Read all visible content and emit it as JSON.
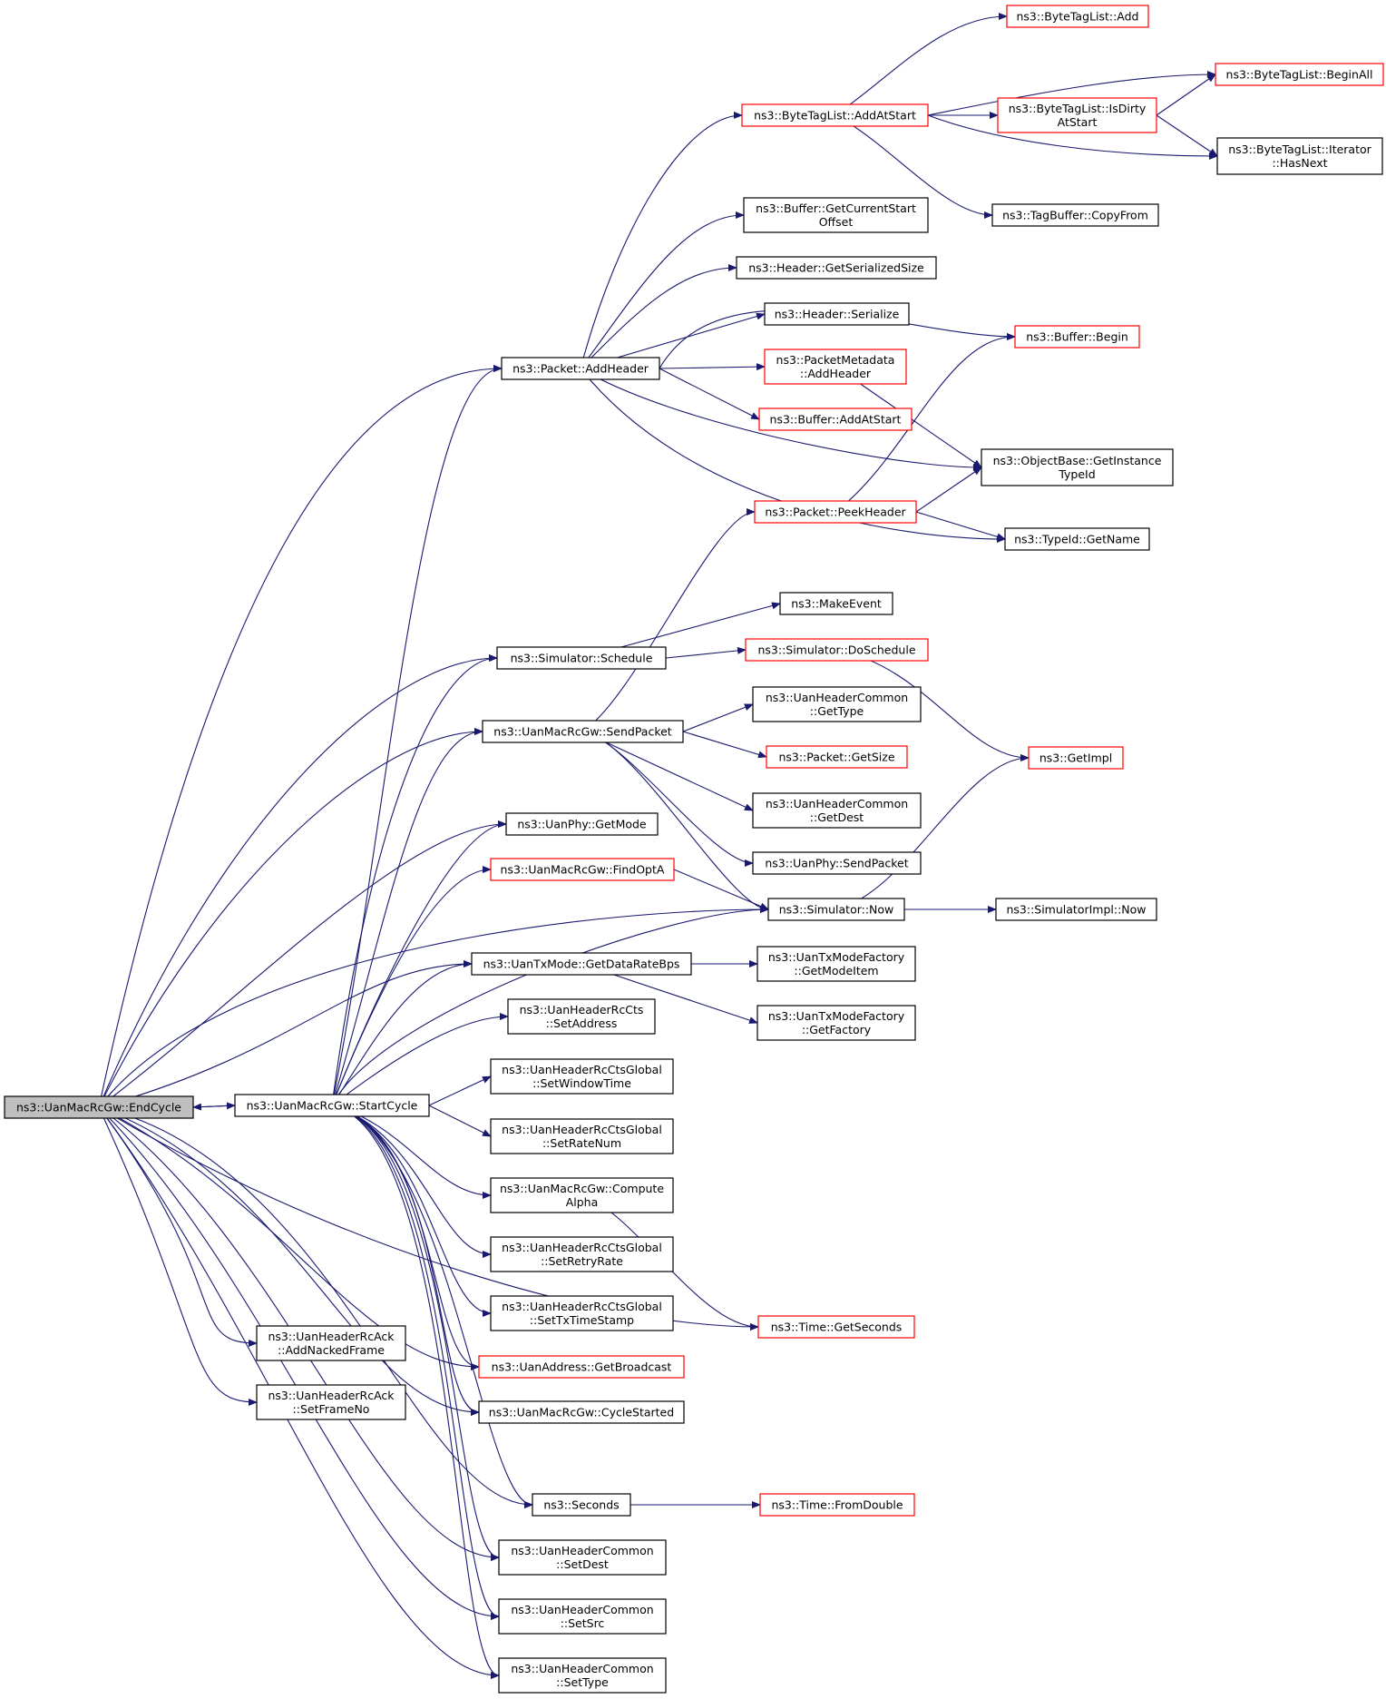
{
  "colors": {
    "edge": "#191970",
    "node_border": "#000000",
    "node_border_truncated": "#ff0000",
    "root_fill": "#bfbfbf",
    "node_fill": "#ffffff"
  },
  "nodes": [
    {
      "id": "endcycle",
      "lines": [
        "ns3::UanMacRcGw::EndCycle"
      ],
      "style": "root"
    },
    {
      "id": "startcycle",
      "lines": [
        "ns3::UanMacRcGw::StartCycle"
      ],
      "style": "normal"
    },
    {
      "id": "addack",
      "lines": [
        "ns3::UanHeaderRcAck",
        "::AddNackedFrame"
      ],
      "style": "normal"
    },
    {
      "id": "setframeno",
      "lines": [
        "ns3::UanHeaderRcAck",
        "::SetFrameNo"
      ],
      "style": "normal"
    },
    {
      "id": "addheader",
      "lines": [
        "ns3::Packet::AddHeader"
      ],
      "style": "normal"
    },
    {
      "id": "schedule",
      "lines": [
        "ns3::Simulator::Schedule"
      ],
      "style": "normal"
    },
    {
      "id": "sendpacket",
      "lines": [
        "ns3::UanMacRcGw::SendPacket"
      ],
      "style": "normal"
    },
    {
      "id": "getmode",
      "lines": [
        "ns3::UanPhy::GetMode"
      ],
      "style": "normal"
    },
    {
      "id": "findopta",
      "lines": [
        "ns3::UanMacRcGw::FindOptA"
      ],
      "style": "truncated"
    },
    {
      "id": "getdatarate",
      "lines": [
        "ns3::UanTxMode::GetDataRateBps"
      ],
      "style": "normal"
    },
    {
      "id": "setaddress",
      "lines": [
        "ns3::UanHeaderRcCts",
        "::SetAddress"
      ],
      "style": "normal"
    },
    {
      "id": "setwindowtime",
      "lines": [
        "ns3::UanHeaderRcCtsGlobal",
        "::SetWindowTime"
      ],
      "style": "normal"
    },
    {
      "id": "setratenum",
      "lines": [
        "ns3::UanHeaderRcCtsGlobal",
        "::SetRateNum"
      ],
      "style": "normal"
    },
    {
      "id": "computealpha",
      "lines": [
        "ns3::UanMacRcGw::Compute",
        "Alpha"
      ],
      "style": "normal"
    },
    {
      "id": "setretryrate",
      "lines": [
        "ns3::UanHeaderRcCtsGlobal",
        "::SetRetryRate"
      ],
      "style": "normal"
    },
    {
      "id": "settxtimestamp",
      "lines": [
        "ns3::UanHeaderRcCtsGlobal",
        "::SetTxTimeStamp"
      ],
      "style": "normal"
    },
    {
      "id": "getbroadcast",
      "lines": [
        "ns3::UanAddress::GetBroadcast"
      ],
      "style": "truncated"
    },
    {
      "id": "cyclestarted",
      "lines": [
        "ns3::UanMacRcGw::CycleStarted"
      ],
      "style": "normal"
    },
    {
      "id": "seconds",
      "lines": [
        "ns3::Seconds"
      ],
      "style": "normal"
    },
    {
      "id": "setdest",
      "lines": [
        "ns3::UanHeaderCommon",
        "::SetDest"
      ],
      "style": "normal"
    },
    {
      "id": "setsrc",
      "lines": [
        "ns3::UanHeaderCommon",
        "::SetSrc"
      ],
      "style": "normal"
    },
    {
      "id": "settype",
      "lines": [
        "ns3::UanHeaderCommon",
        "::SetType"
      ],
      "style": "normal"
    },
    {
      "id": "bytetag_addatstart",
      "lines": [
        "ns3::ByteTagList::AddAtStart"
      ],
      "style": "truncated"
    },
    {
      "id": "buffer_getcurrent",
      "lines": [
        "ns3::Buffer::GetCurrentStart",
        "Offset"
      ],
      "style": "normal"
    },
    {
      "id": "header_getsize",
      "lines": [
        "ns3::Header::GetSerializedSize"
      ],
      "style": "normal"
    },
    {
      "id": "header_serialize",
      "lines": [
        "ns3::Header::Serialize"
      ],
      "style": "normal"
    },
    {
      "id": "pm_addheader",
      "lines": [
        "ns3::PacketMetadata",
        "::AddHeader"
      ],
      "style": "truncated"
    },
    {
      "id": "buffer_addatstart",
      "lines": [
        "ns3::Buffer::AddAtStart"
      ],
      "style": "truncated"
    },
    {
      "id": "peekheader",
      "lines": [
        "ns3::Packet::PeekHeader"
      ],
      "style": "truncated"
    },
    {
      "id": "makeevent",
      "lines": [
        "ns3::MakeEvent"
      ],
      "style": "normal"
    },
    {
      "id": "doschedule",
      "lines": [
        "ns3::Simulator::DoSchedule"
      ],
      "style": "truncated"
    },
    {
      "id": "hc_gettype",
      "lines": [
        "ns3::UanHeaderCommon",
        "::GetType"
      ],
      "style": "normal"
    },
    {
      "id": "packet_getsize",
      "lines": [
        "ns3::Packet::GetSize"
      ],
      "style": "truncated"
    },
    {
      "id": "hc_getdest",
      "lines": [
        "ns3::UanHeaderCommon",
        "::GetDest"
      ],
      "style": "normal"
    },
    {
      "id": "phy_sendpacket",
      "lines": [
        "ns3::UanPhy::SendPacket"
      ],
      "style": "normal"
    },
    {
      "id": "sim_now",
      "lines": [
        "ns3::Simulator::Now"
      ],
      "style": "normal"
    },
    {
      "id": "txmf_getmodeitem",
      "lines": [
        "ns3::UanTxModeFactory",
        "::GetModeItem"
      ],
      "style": "normal"
    },
    {
      "id": "txmf_getfactory",
      "lines": [
        "ns3::UanTxModeFactory",
        "::GetFactory"
      ],
      "style": "normal"
    },
    {
      "id": "time_getseconds",
      "lines": [
        "ns3::Time::GetSeconds"
      ],
      "style": "truncated"
    },
    {
      "id": "time_fromdouble",
      "lines": [
        "ns3::Time::FromDouble"
      ],
      "style": "truncated"
    },
    {
      "id": "bytetag_add",
      "lines": [
        "ns3::ByteTagList::Add"
      ],
      "style": "truncated"
    },
    {
      "id": "bytetag_isdirty",
      "lines": [
        "ns3::ByteTagList::IsDirty",
        "AtStart"
      ],
      "style": "truncated"
    },
    {
      "id": "tagbuffer_copyfrom",
      "lines": [
        "ns3::TagBuffer::CopyFrom"
      ],
      "style": "normal"
    },
    {
      "id": "buffer_begin",
      "lines": [
        "ns3::Buffer::Begin"
      ],
      "style": "truncated"
    },
    {
      "id": "getinstancetypeid",
      "lines": [
        "ns3::ObjectBase::GetInstance",
        "TypeId"
      ],
      "style": "normal"
    },
    {
      "id": "typeid_getname",
      "lines": [
        "ns3::TypeId::GetName"
      ],
      "style": "normal"
    },
    {
      "id": "getimpl",
      "lines": [
        "ns3::GetImpl"
      ],
      "style": "truncated"
    },
    {
      "id": "simimpl_now",
      "lines": [
        "ns3::SimulatorImpl::Now"
      ],
      "style": "normal"
    },
    {
      "id": "bytetag_beginall",
      "lines": [
        "ns3::ByteTagList::BeginAll"
      ],
      "style": "truncated"
    },
    {
      "id": "bytetag_iter_hasnext",
      "lines": [
        "ns3::ByteTagList::Iterator",
        "::HasNext"
      ],
      "style": "normal"
    }
  ]
}
